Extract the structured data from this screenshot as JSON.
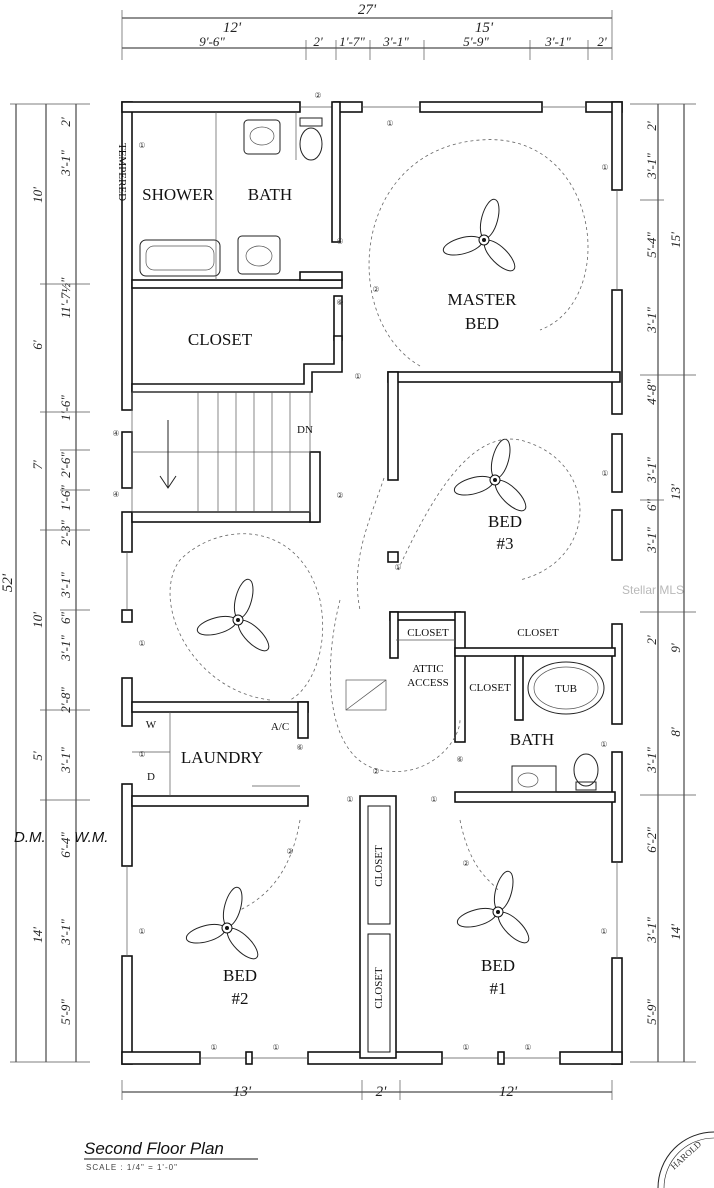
{
  "rooms": {
    "shower": "SHOWER",
    "bath_top": "BATH",
    "tempered": "TEMPERED",
    "closet_master": "CLOSET",
    "master_bed_1": "MASTER",
    "master_bed_2": "BED",
    "bed3_1": "BED",
    "bed3_2": "#3",
    "closet_small": "CLOSET",
    "closet_wide": "CLOSET",
    "attic_1": "ATTIC",
    "attic_2": "ACCESS",
    "closet_tub": "CLOSET",
    "tub": "TUB",
    "bath_mid": "BATH",
    "laundry": "LAUNDRY",
    "washer": "W",
    "dryer": "D",
    "ac": "A/C",
    "closet_v1": "CLOSET",
    "closet_v2": "CLOSET",
    "bed2_1": "BED",
    "bed2_2": "#2",
    "bed1_1": "BED",
    "bed1_2": "#1",
    "stair_dn": "DN"
  },
  "dimensions": {
    "top_total": "27'",
    "top_left": "12'",
    "top_right": "15'",
    "top_segments": [
      "9'-6\"",
      "2'",
      "1'-7\"",
      "3'-1\"",
      "5'-9\"",
      "3'-1\"",
      "2'"
    ],
    "left_total": "52'",
    "left_major": [
      "10'",
      "6'",
      "7'",
      "10'",
      "5'",
      "14'"
    ],
    "left_minor": [
      "2'",
      "3'-1\"",
      "11'-7½\"",
      "1'-6\"",
      "2'-6\"",
      "1'-6\"",
      "2'-3\"",
      "3'-1\"",
      "6\"",
      "3'-1\"",
      "2'-8\"",
      "3'-1\"",
      "6'-4\"",
      "3'-1\"",
      "5'-9\""
    ],
    "right_major": [
      "15'",
      "13'",
      "9'",
      "8'",
      "14'"
    ],
    "right_minor": [
      "2'",
      "3'-1\"",
      "5'-4\"",
      "3'-1\"",
      "4'-8\"",
      "3'-1\"",
      "6\"",
      "3'-1\"",
      "2'",
      "3'-1\"",
      "6'-2\"",
      "3'-1\"",
      "5'-9\""
    ],
    "bottom": [
      "13'",
      "2'",
      "12'"
    ]
  },
  "labels": {
    "dm": "D.M.",
    "wm": "W.M.",
    "title": "Second  Floor Plan",
    "scale": "SCALE : 1/4\" = 1'-0\"",
    "watermark": "Stellar MLS",
    "seal": "HAROLD"
  },
  "symbols": {
    "light": "①",
    "outlet": "②",
    "switch": "⑥",
    "exterior": "④"
  }
}
